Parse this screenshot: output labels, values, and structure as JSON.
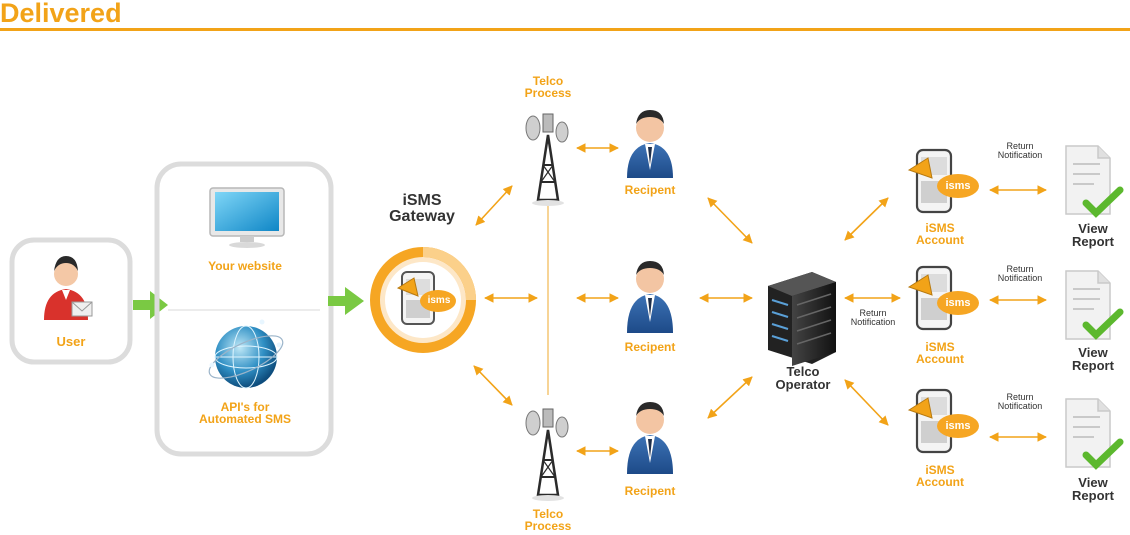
{
  "title": "Delivered",
  "user": {
    "label": "User"
  },
  "sources": {
    "website_label": "Your website",
    "api_label_line1": "API's for",
    "api_label_line2": "Automated SMS"
  },
  "gateway": {
    "label_line1": "iSMS",
    "label_line2": "Gateway",
    "badge": "isms"
  },
  "telco_process": {
    "top_line1": "Telco",
    "top_line2": "Process",
    "bottom_line1": "Telco",
    "bottom_line2": "Process"
  },
  "recipients": [
    "Recipent",
    "Recipent",
    "Recipent"
  ],
  "telco_operator": {
    "line1": "Telco",
    "line2": "Operator"
  },
  "return_notification_middle": {
    "line1": "Return",
    "line2": "Notification"
  },
  "accounts": [
    {
      "line1": "iSMS",
      "line2": "Account",
      "badge": "isms"
    },
    {
      "line1": "iSMS",
      "line2": "Account",
      "badge": "isms"
    },
    {
      "line1": "iSMS",
      "line2": "Account",
      "badge": "isms"
    }
  ],
  "return_notifications": [
    {
      "line1": "Return",
      "line2": "Notification"
    },
    {
      "line1": "Return",
      "line2": "Notification"
    },
    {
      "line1": "Return",
      "line2": "Notification"
    }
  ],
  "reports": [
    {
      "line1": "View",
      "line2": "Report"
    },
    {
      "line1": "View",
      "line2": "Report"
    },
    {
      "line1": "View",
      "line2": "Report"
    }
  ],
  "colors": {
    "accent_orange": "#f2a318",
    "arrow_green": "#7ac943",
    "panel_border": "#dcdcdc",
    "check_green": "#5cb82e"
  }
}
